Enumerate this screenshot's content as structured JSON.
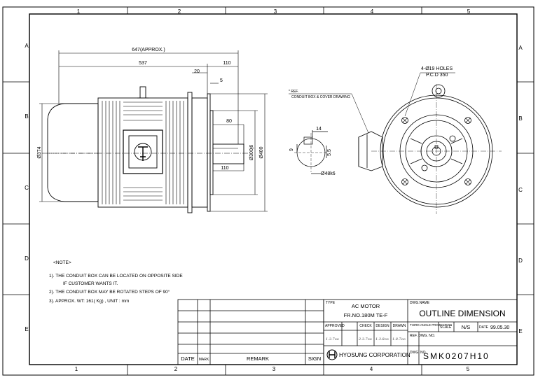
{
  "zones": {
    "columns": [
      "1",
      "2",
      "3",
      "4",
      "5"
    ],
    "rows": [
      "A",
      "B",
      "C",
      "D",
      "E"
    ]
  },
  "dimensions": {
    "overall_length": "647(APPROX.)",
    "body_length": "537",
    "shaft_length": "110",
    "flange_thickness": "20",
    "spigot_depth": "5",
    "shaft_shoulder": "80",
    "shaft_bottom": "110",
    "body_dia": "Ø374",
    "spigot_dia": "Ø300j6",
    "flange_dia": "Ø400",
    "key_width": "14",
    "key_depth": "9",
    "key_offset": "5.5",
    "shaft_dia": "Ø48k6",
    "holes": "4-Ø19 HOLES",
    "pcd": "P.C.D 350"
  },
  "ref_note": {
    "line1": "* REF.",
    "line2": "CONDUIT BOX & COVER DRAWING"
  },
  "notes": {
    "title": "<NOTE>",
    "n1": "1). THE CONDUIT BOX CAN BE LOCATED ON OPPOSITE SIDE",
    "n1b": "IF CUSTOMER WANTS IT.",
    "n2": "2). THE CONDUIT BOX  MAY BE ROTATED STEPS OF 90°",
    "n3": "3). APPROX. WT:  161( Kg) , UNIT :  mm"
  },
  "revision_block": {
    "date": "DATE",
    "mark": "MARK",
    "remark": "REMARK",
    "sign": "SIGN"
  },
  "title_block": {
    "type_label": "TYPE",
    "type_line1": "AC MOTOR",
    "type_line2": "FR.NO.180M TE-F",
    "approved": "APPROVED",
    "check": "CHECK",
    "design": "DESIGN",
    "drawn": "DRAWN",
    "sig_approved": "1.3.7oo",
    "sig_check": "2.3.7oo",
    "sig_design": "1.3.8oo",
    "sig_drawn": "1.8.7oo",
    "company": "HYOSUNG CORPORATION",
    "dwg_name_label": "DWG.NAME",
    "dwg_name": "OUTLINE DIMENSION",
    "projection": "THIRD ANGLE PROJECTION",
    "scale_label": "SCALE",
    "scale": "N/S",
    "date_label": "DATE",
    "date": "99.05.30",
    "ref_dwg_label": "REF. DWG. NO.",
    "dwg_no_label": "DWG. NO.",
    "dwg_no": "SMK0207H10"
  }
}
